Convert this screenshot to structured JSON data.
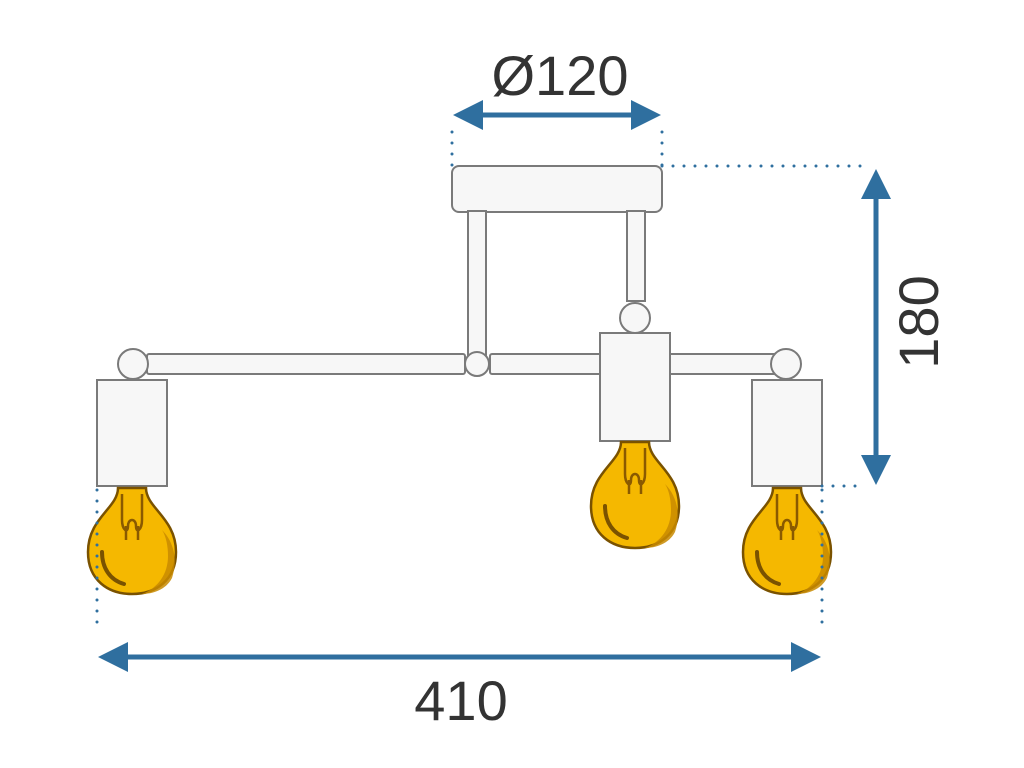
{
  "diagram": {
    "dimensions": {
      "base_diameter": "Ø120",
      "height": "180",
      "width": "410"
    },
    "colors": {
      "dimension_blue": "#2f6f9f",
      "bulb_amber": "#f5b800",
      "bulb_shadow": "#c88a00",
      "metal_outline": "#7a7a7a",
      "label_gray": "#333333"
    }
  }
}
